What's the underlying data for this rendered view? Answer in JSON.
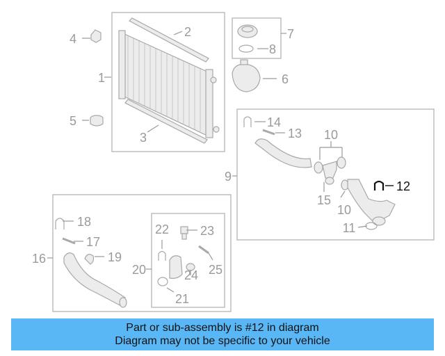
{
  "labels": {
    "n1": "1",
    "n2": "2",
    "n3": "3",
    "n4": "4",
    "n5": "5",
    "n6": "6",
    "n7": "7",
    "n8": "8",
    "n9": "9",
    "n10a": "10",
    "n10b": "10",
    "n11": "11",
    "n12": "12",
    "n13": "13",
    "n14": "14",
    "n15": "15",
    "n16": "16",
    "n17": "17",
    "n18": "18",
    "n19": "19",
    "n20": "20",
    "n21": "21",
    "n22": "22",
    "n23": "23",
    "n24": "24",
    "n25": "25"
  },
  "highlighted_part": "12",
  "banner": {
    "line1": "Part or sub-assembly is #12 in diagram",
    "line2": "Diagram may not be specific to your vehicle",
    "color": "#5ab7f5"
  }
}
